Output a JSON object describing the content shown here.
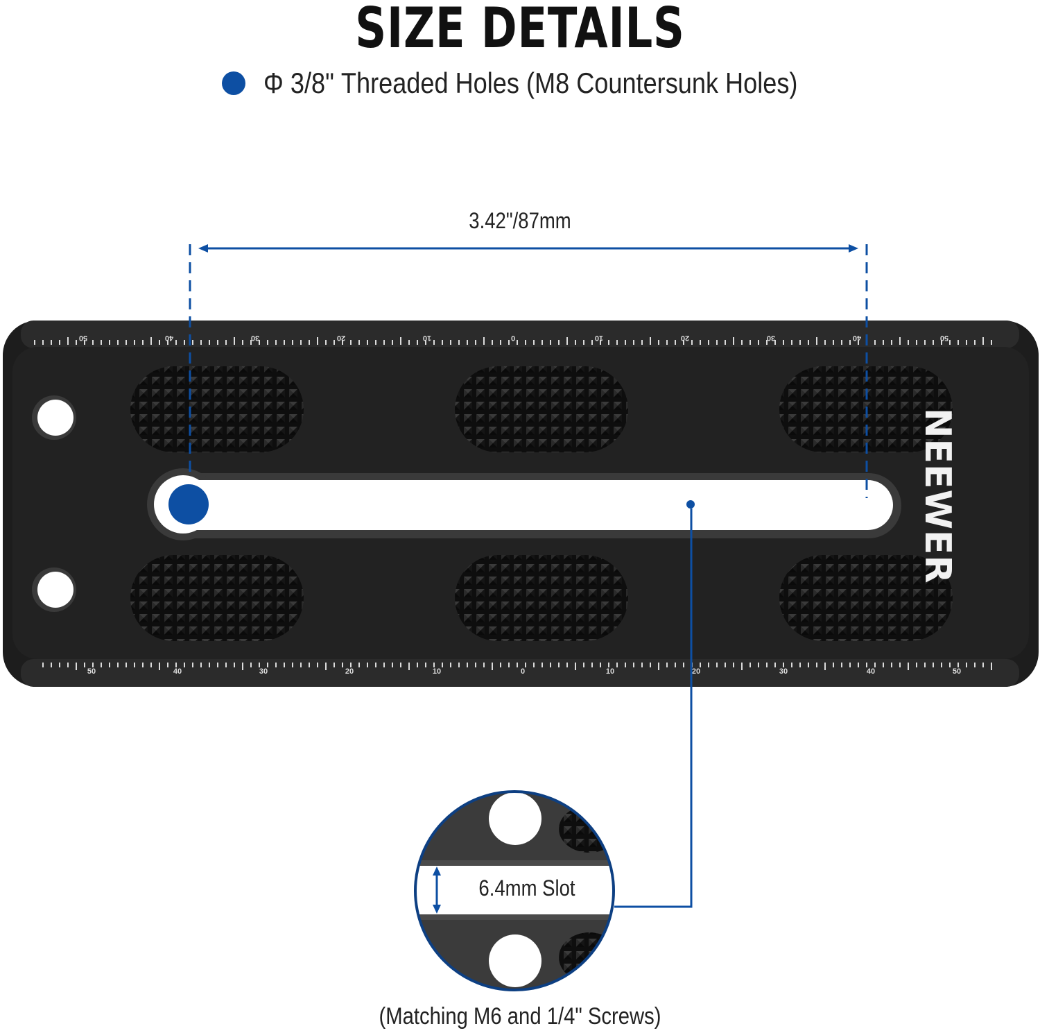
{
  "header": {
    "title": "SIZE DETAILS",
    "legend_text": "Φ 3/8\" Threaded Holes (M8 Countersunk Holes)"
  },
  "colors": {
    "accent_blue": "#0d4fa3",
    "plate": "#1c1c1c",
    "background": "#ffffff"
  },
  "dimension": {
    "length_label": "3.42\"/87mm"
  },
  "plate": {
    "brand": "NEEWER",
    "scale_labels_top": [
      "50",
      "40",
      "30",
      "20",
      "10",
      "0",
      "10",
      "20",
      "30",
      "40",
      "50"
    ],
    "scale_labels_bottom": [
      "50",
      "40",
      "30",
      "20",
      "10",
      "0",
      "10",
      "20",
      "30",
      "40",
      "50"
    ]
  },
  "detail": {
    "slot_label": "6.4mm Slot",
    "note": "(Matching M6 and 1/4\" Screws)"
  }
}
